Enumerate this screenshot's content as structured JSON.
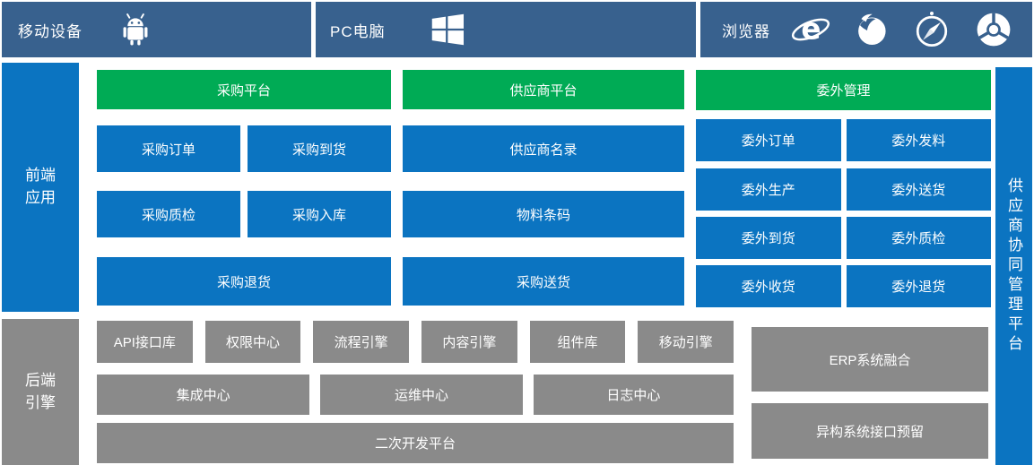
{
  "colors": {
    "top_bar": "#38618e",
    "blue": "#0b74c1",
    "green": "#00ab55",
    "gray": "#8a8a8a"
  },
  "top_bar": {
    "sections": [
      {
        "label": "移动设备",
        "icons": [
          "android-icon"
        ]
      },
      {
        "label": "PC电脑",
        "icons": [
          "windows-icon"
        ]
      },
      {
        "label": "浏览器",
        "icons": [
          "ie-icon",
          "firefox-icon",
          "safari-icon",
          "chrome-icon"
        ]
      }
    ]
  },
  "left_rail": {
    "front": "前端应用",
    "back": "后端引擎"
  },
  "right_rail": {
    "label": "供应商协同管理平台"
  },
  "frontend": {
    "procurement": {
      "header": "采购平台",
      "row1": [
        "采购订单",
        "采购到货"
      ],
      "row2": [
        "采购质检",
        "采购入库"
      ],
      "row3": "采购退货"
    },
    "supplier": {
      "header": "供应商平台",
      "items": [
        "供应商名录",
        "物料条码",
        "采购送货"
      ]
    },
    "outsourcing": {
      "header": "委外管理",
      "rows": [
        [
          "委外订单",
          "委外发料"
        ],
        [
          "委外生产",
          "委外送货"
        ],
        [
          "委外到货",
          "委外质检"
        ],
        [
          "委外收货",
          "委外退货"
        ]
      ]
    }
  },
  "backend": {
    "row1": [
      "API接口库",
      "权限中心",
      "流程引擎",
      "内容引擎",
      "组件库",
      "移动引擎"
    ],
    "row2": [
      "集成中心",
      "运维中心",
      "日志中心"
    ],
    "bottom": "二次开发平台",
    "integration": [
      "ERP系统融合",
      "异构系统接口预留"
    ]
  }
}
